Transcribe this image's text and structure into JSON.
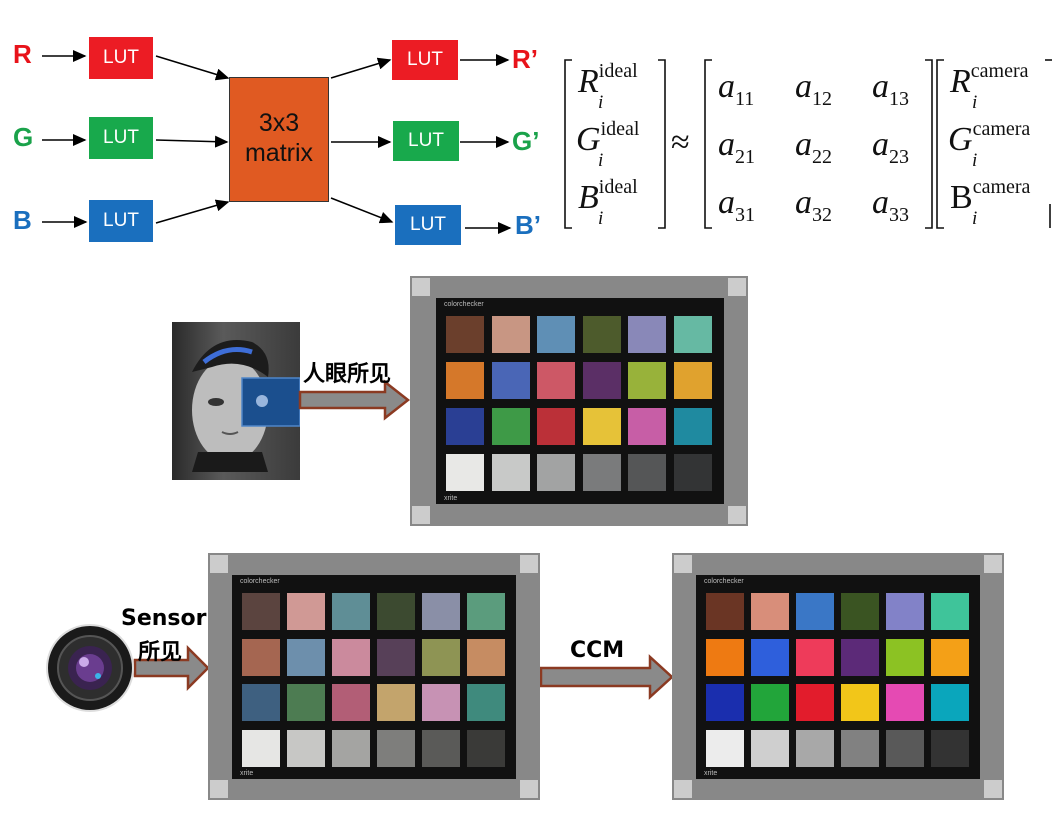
{
  "pipeline": {
    "inputs": [
      {
        "label": "R",
        "color": "#e8131a"
      },
      {
        "label": "G",
        "color": "#1aa24a"
      },
      {
        "label": "B",
        "color": "#1a6fbe"
      }
    ],
    "outputs": [
      {
        "label": "R’",
        "color": "#e8131a"
      },
      {
        "label": "G’",
        "color": "#1aa24a"
      },
      {
        "label": "B’",
        "color": "#1a6fbe"
      }
    ],
    "lut_label": "LUT",
    "lut_colors": [
      "#ec1c24",
      "#18a94c",
      "#1a6fbe"
    ],
    "matrix_line1": "3x3",
    "matrix_line2": "matrix"
  },
  "equation": {
    "ideal_R": "R",
    "ideal_G": "G",
    "ideal_B": "B",
    "sup_ideal": "ideal",
    "sub_i": "i",
    "approx": "≈",
    "a11": "a",
    "a11_sub": "11",
    "a12": "a",
    "a12_sub": "12",
    "a13": "a",
    "a13_sub": "13",
    "a21": "a",
    "a21_sub": "21",
    "a22": "a",
    "a22_sub": "22",
    "a23": "a",
    "a23_sub": "23",
    "a31": "a",
    "a31_sub": "31",
    "a32": "a",
    "a32_sub": "32",
    "a33": "a",
    "a33_sub": "33",
    "cam_R": "R",
    "cam_G": "G",
    "cam_B": "B",
    "sup_camera": "camera"
  },
  "captions": {
    "human_eye": "人眼所见",
    "sensor_line1": "Sensor",
    "sensor_line2": "所见",
    "ccm": "CCM"
  },
  "checker_brand": "colorchecker",
  "checker_logo": "xrite",
  "checker_palettes": {
    "eye": [
      "#6b3f2c",
      "#c89683",
      "#5f8fb5",
      "#4d5b2c",
      "#8988b8",
      "#66b9a3",
      "#d5782a",
      "#4a66b6",
      "#cd5866",
      "#5b2f66",
      "#98b23a",
      "#e0a22e",
      "#2a3f94",
      "#3e9a47",
      "#bb3038",
      "#e6c238",
      "#c75ea6",
      "#1f8aa0",
      "#e8e8e6",
      "#c8c9c8",
      "#a2a3a3",
      "#7a7b7c",
      "#555657",
      "#333435"
    ],
    "sensor": [
      "#5b443f",
      "#d09995",
      "#5f8e96",
      "#3c4a30",
      "#8a8fa7",
      "#5b9c7d",
      "#a56651",
      "#6d8fac",
      "#cb8a9d",
      "#574058",
      "#8e9454",
      "#c68c62",
      "#3e6080",
      "#4d7c52",
      "#b25e76",
      "#c3a46c",
      "#c792b4",
      "#3f8a7d",
      "#e6e6e4",
      "#c7c7c5",
      "#a4a4a2",
      "#7e7e7c",
      "#5a5a58",
      "#3a3a38"
    ],
    "ccm": [
      "#6a3524",
      "#d88e7a",
      "#3a77c6",
      "#3a5422",
      "#8282c8",
      "#3fc49a",
      "#ee7a12",
      "#2e5fdc",
      "#ee3b5a",
      "#5c2a78",
      "#8cc223",
      "#f4a017",
      "#1a2eae",
      "#22a53a",
      "#e21c2c",
      "#f2c619",
      "#e54ab3",
      "#0aa6bc",
      "#ececec",
      "#cfcfcf",
      "#a8a8a8",
      "#818181",
      "#595959",
      "#333333"
    ]
  }
}
